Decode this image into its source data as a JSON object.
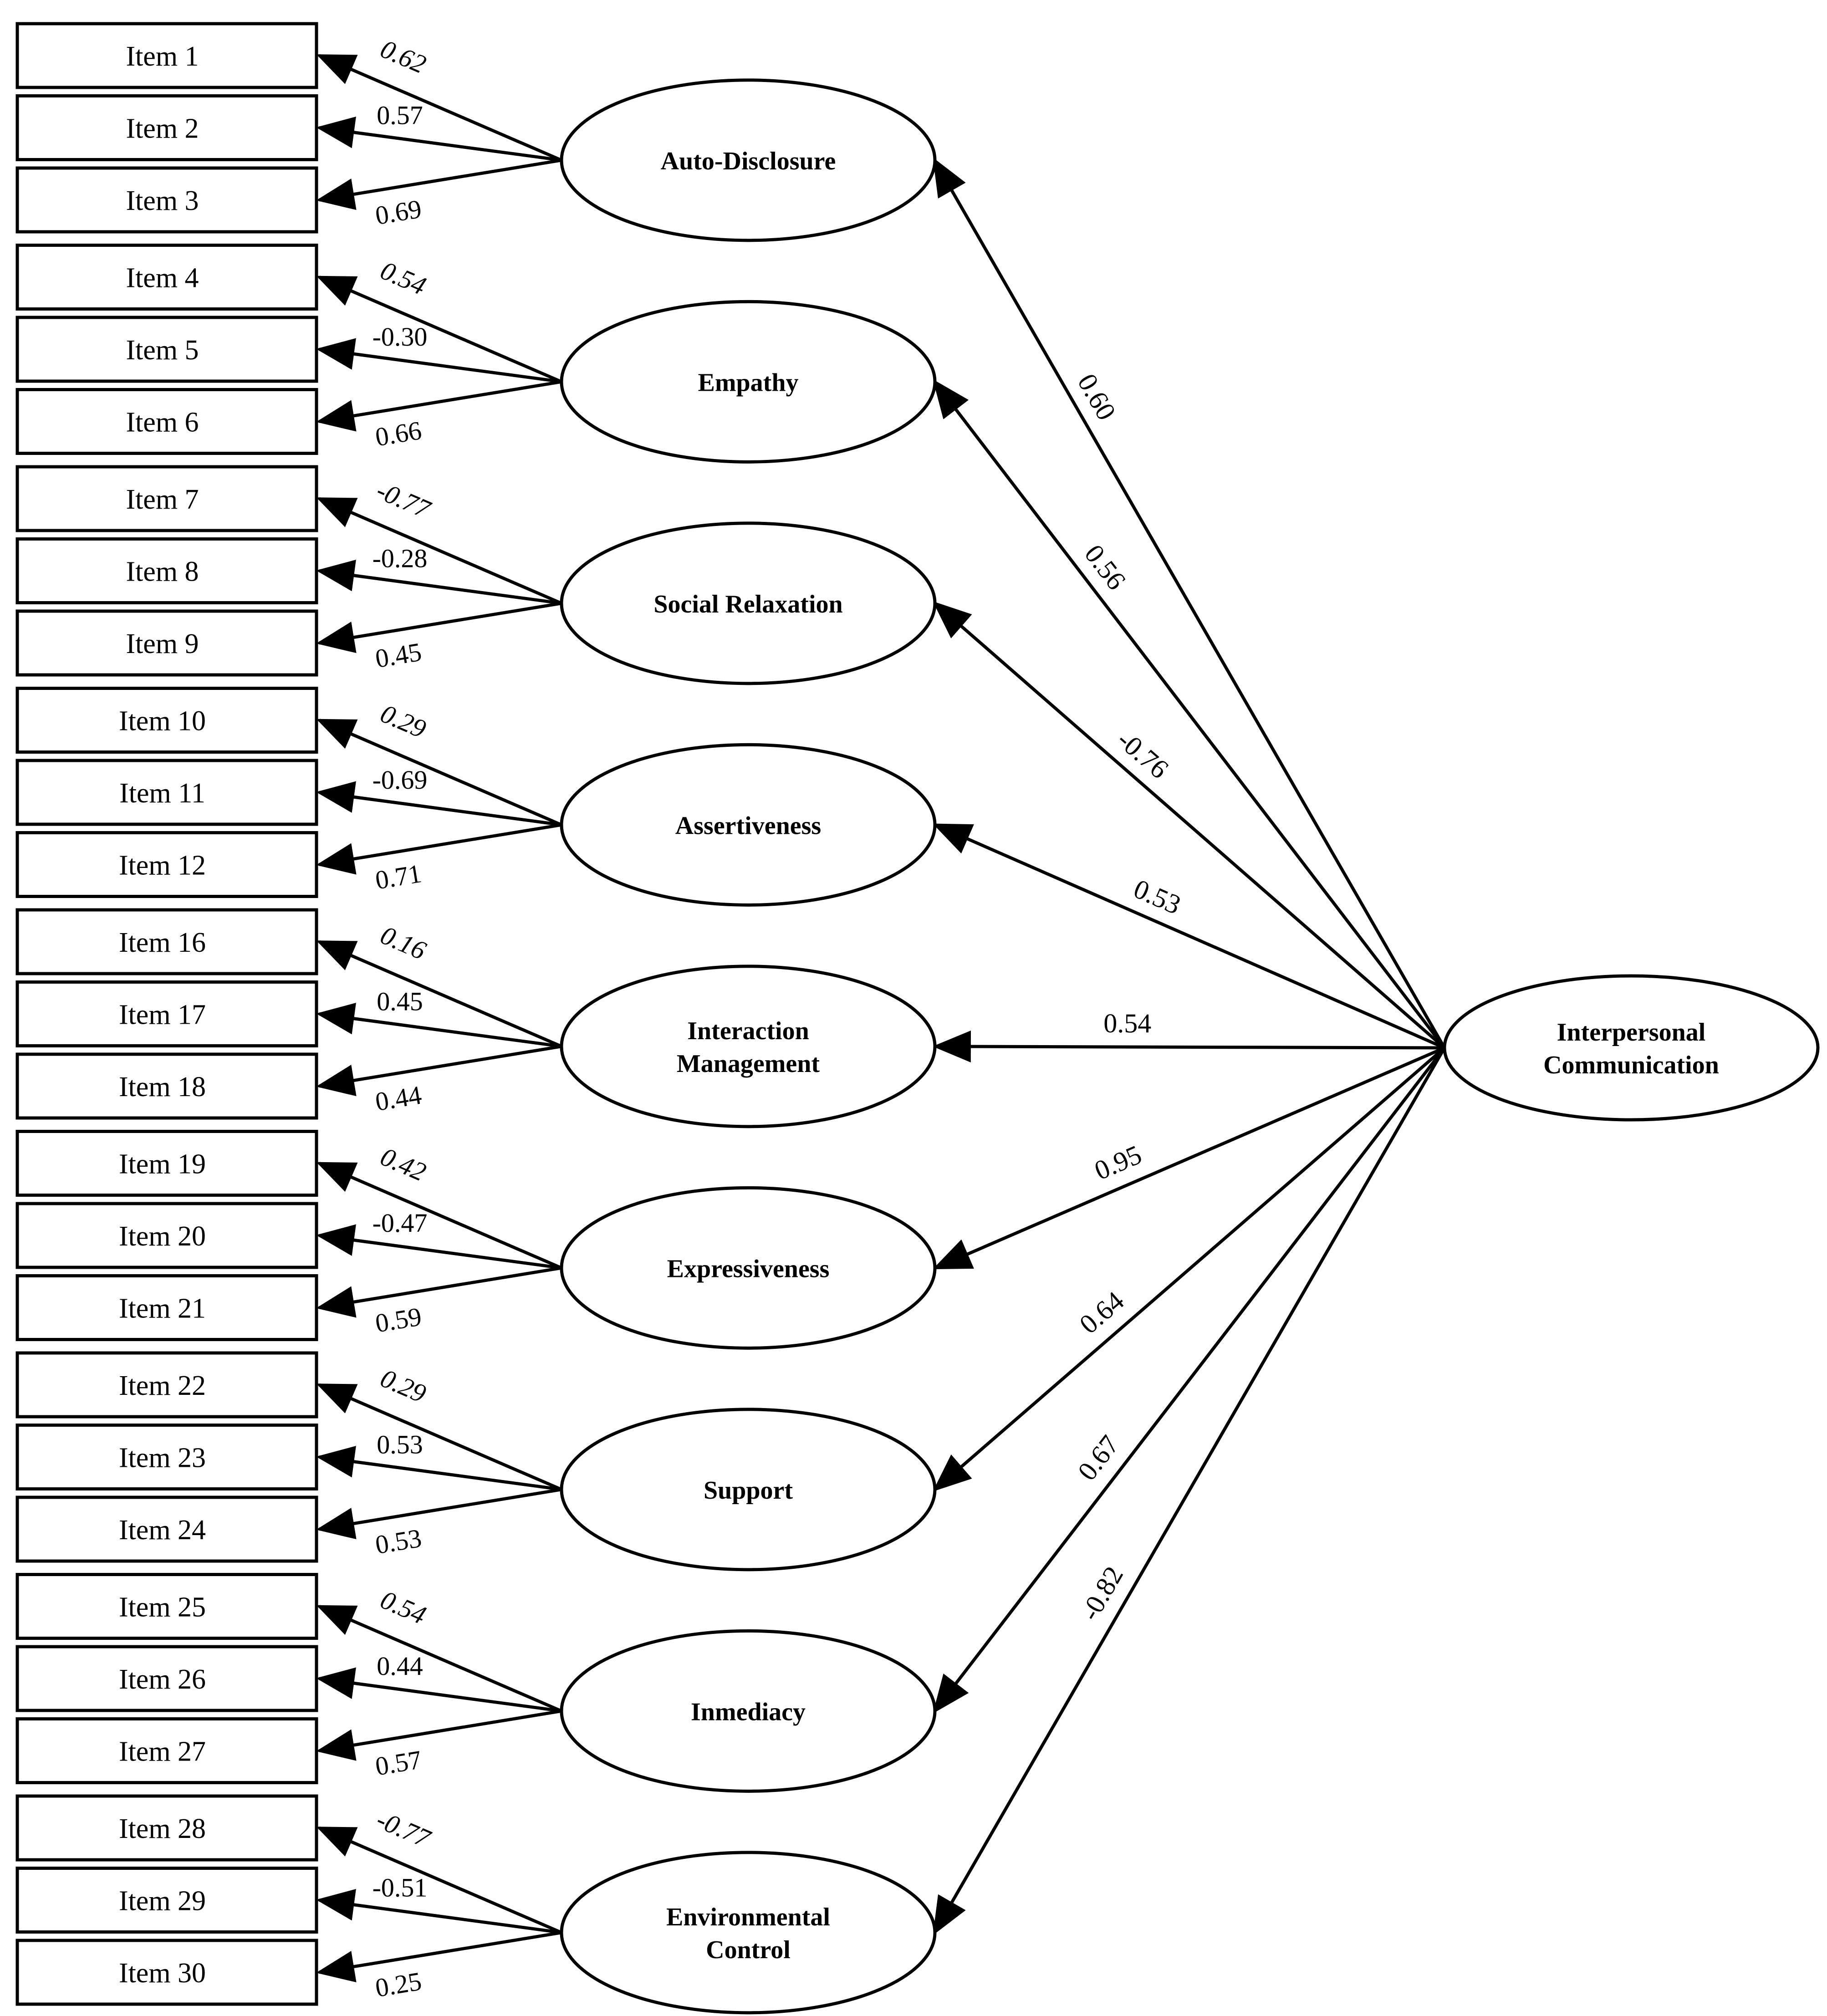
{
  "diagram": {
    "higher_order_factor": {
      "label_lines": [
        "Interpersonal",
        "Communication"
      ]
    },
    "factors": [
      {
        "label_lines": [
          "Auto-Disclosure"
        ],
        "path_coefficient": "0.60",
        "items": [
          {
            "label": "Item 1",
            "loading": "0.62",
            "italic": true
          },
          {
            "label": "Item 2",
            "loading": "0.57",
            "italic": false
          },
          {
            "label": "Item 3",
            "loading": "0.69",
            "italic": false
          }
        ]
      },
      {
        "label_lines": [
          "Empathy"
        ],
        "path_coefficient": "0.56",
        "items": [
          {
            "label": "Item 4",
            "loading": "0.54",
            "italic": true
          },
          {
            "label": "Item 5",
            "loading": "-0.30",
            "italic": false
          },
          {
            "label": "Item 6",
            "loading": "0.66",
            "italic": false
          }
        ]
      },
      {
        "label_lines": [
          "Social  Relaxation"
        ],
        "path_coefficient": "-0.76",
        "items": [
          {
            "label": "Item 7",
            "loading": "-0.77",
            "italic": true
          },
          {
            "label": "Item 8",
            "loading": "-0.28",
            "italic": false
          },
          {
            "label": "Item 9",
            "loading": "0.45",
            "italic": false
          }
        ]
      },
      {
        "label_lines": [
          "Assertiveness"
        ],
        "path_coefficient": "0.53",
        "items": [
          {
            "label": "Item 10",
            "loading": "0.29",
            "italic": true
          },
          {
            "label": "Item 11",
            "loading": "-0.69",
            "italic": false
          },
          {
            "label": "Item 12",
            "loading": "0.71",
            "italic": false
          }
        ]
      },
      {
        "label_lines": [
          "Interaction",
          "Management"
        ],
        "path_coefficient": "0.54",
        "items": [
          {
            "label": "Item 16",
            "loading": "0.16",
            "italic": true
          },
          {
            "label": "Item 17",
            "loading": "0.45",
            "italic": false
          },
          {
            "label": "Item 18",
            "loading": "0.44",
            "italic": false
          }
        ]
      },
      {
        "label_lines": [
          "Expressiveness"
        ],
        "path_coefficient": "0.95",
        "items": [
          {
            "label": "Item 19",
            "loading": "0.42",
            "italic": true
          },
          {
            "label": "Item 20",
            "loading": "-0.47",
            "italic": false
          },
          {
            "label": "Item 21",
            "loading": "0.59",
            "italic": false
          }
        ]
      },
      {
        "label_lines": [
          "Support"
        ],
        "path_coefficient": "0.64",
        "items": [
          {
            "label": "Item 22",
            "loading": "0.29",
            "italic": true
          },
          {
            "label": "Item 23",
            "loading": "0.53",
            "italic": false
          },
          {
            "label": "Item 24",
            "loading": "0.53",
            "italic": false
          }
        ]
      },
      {
        "label_lines": [
          "Inmediacy"
        ],
        "path_coefficient": "0.67",
        "items": [
          {
            "label": "Item 25",
            "loading": "0.54",
            "italic": true
          },
          {
            "label": "Item 26",
            "loading": "0.44",
            "italic": false
          },
          {
            "label": "Item 27",
            "loading": "0.57",
            "italic": false
          }
        ]
      },
      {
        "label_lines": [
          "Environmental",
          "Control"
        ],
        "path_coefficient": "-0.82",
        "items": [
          {
            "label": "Item 28",
            "loading": "-0.77",
            "italic": true
          },
          {
            "label": "Item 29",
            "loading": "-0.51",
            "italic": false
          },
          {
            "label": "Item 30",
            "loading": "0.25",
            "italic": false
          }
        ]
      }
    ]
  }
}
